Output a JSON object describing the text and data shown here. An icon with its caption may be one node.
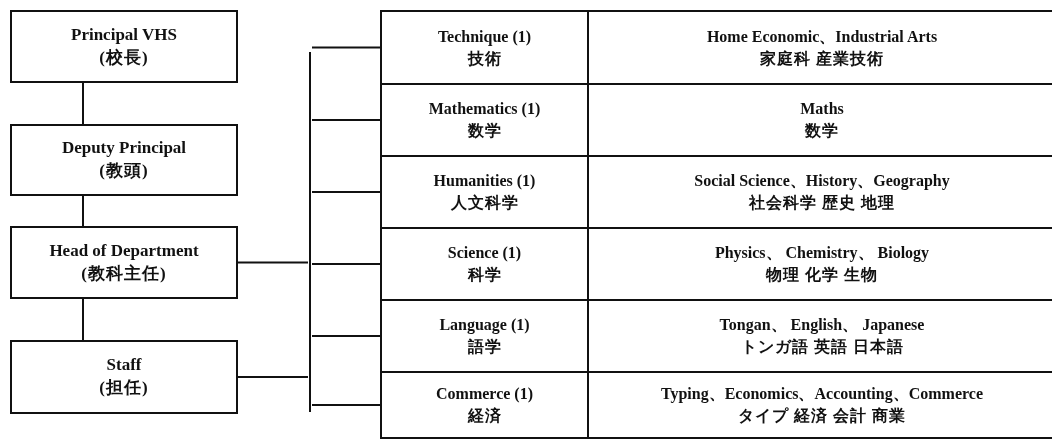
{
  "diagram": {
    "nodes": [
      {
        "text": [
          "Principal VHS",
          "(校長)"
        ]
      },
      {
        "text": [
          "Deputy Principal",
          "(教頭)"
        ]
      },
      {
        "text": [
          "Head of Department",
          "(教科主任)"
        ]
      },
      {
        "text": [
          "Staff",
          "(担任)"
        ]
      },
      {
        "text": [],
        "shape": "bar"
      },
      {
        "text": [
          "Technique (1)",
          "技術"
        ]
      },
      {
        "text": [
          "Home Economic、Industrial Arts",
          "家庭科 産業技術"
        ]
      },
      {
        "text": [
          "Mathematics (1)",
          "数学"
        ]
      },
      {
        "text": [
          "Maths",
          "数学"
        ]
      },
      {
        "text": [
          "Humanities (1)",
          "人文科学"
        ]
      },
      {
        "text": [
          "Social Science、History、Geography",
          "社会科学 歴史 地理"
        ]
      },
      {
        "text": [
          "Science (1)",
          "科学"
        ]
      },
      {
        "text": [
          "Physics、 Chemistry、 Biology",
          "物理 化学 生物"
        ]
      },
      {
        "text": [
          "Language (1)",
          "語学"
        ]
      },
      {
        "text": [
          "Tongan、 English、 Japanese",
          "トンガ語 英語 日本語"
        ]
      },
      {
        "text": [
          "Commerce (1)",
          "経済"
        ]
      },
      {
        "text": [
          "Typing、Economics、Accounting、Commerce",
          "タイプ 経済 会計 商業"
        ]
      }
    ],
    "edges": [
      {
        "from": 0,
        "to": 1,
        "arrow": "none"
      },
      {
        "from": 1,
        "to": 2,
        "arrow": "none"
      },
      {
        "from": 2,
        "to": 3,
        "arrow": "none"
      },
      {
        "from": 2,
        "to": 4,
        "arrow": "none"
      },
      {
        "from": 3,
        "to": 4,
        "arrow": "none"
      },
      {
        "from": 4,
        "to": 5,
        "arrow": "none"
      },
      {
        "from": 4,
        "to": 7,
        "arrow": "none"
      },
      {
        "from": 4,
        "to": 9,
        "arrow": "none"
      },
      {
        "from": 4,
        "to": 11,
        "arrow": "none"
      },
      {
        "from": 4,
        "to": 13,
        "arrow": "none"
      },
      {
        "from": 4,
        "to": 15,
        "arrow": "none"
      }
    ]
  }
}
